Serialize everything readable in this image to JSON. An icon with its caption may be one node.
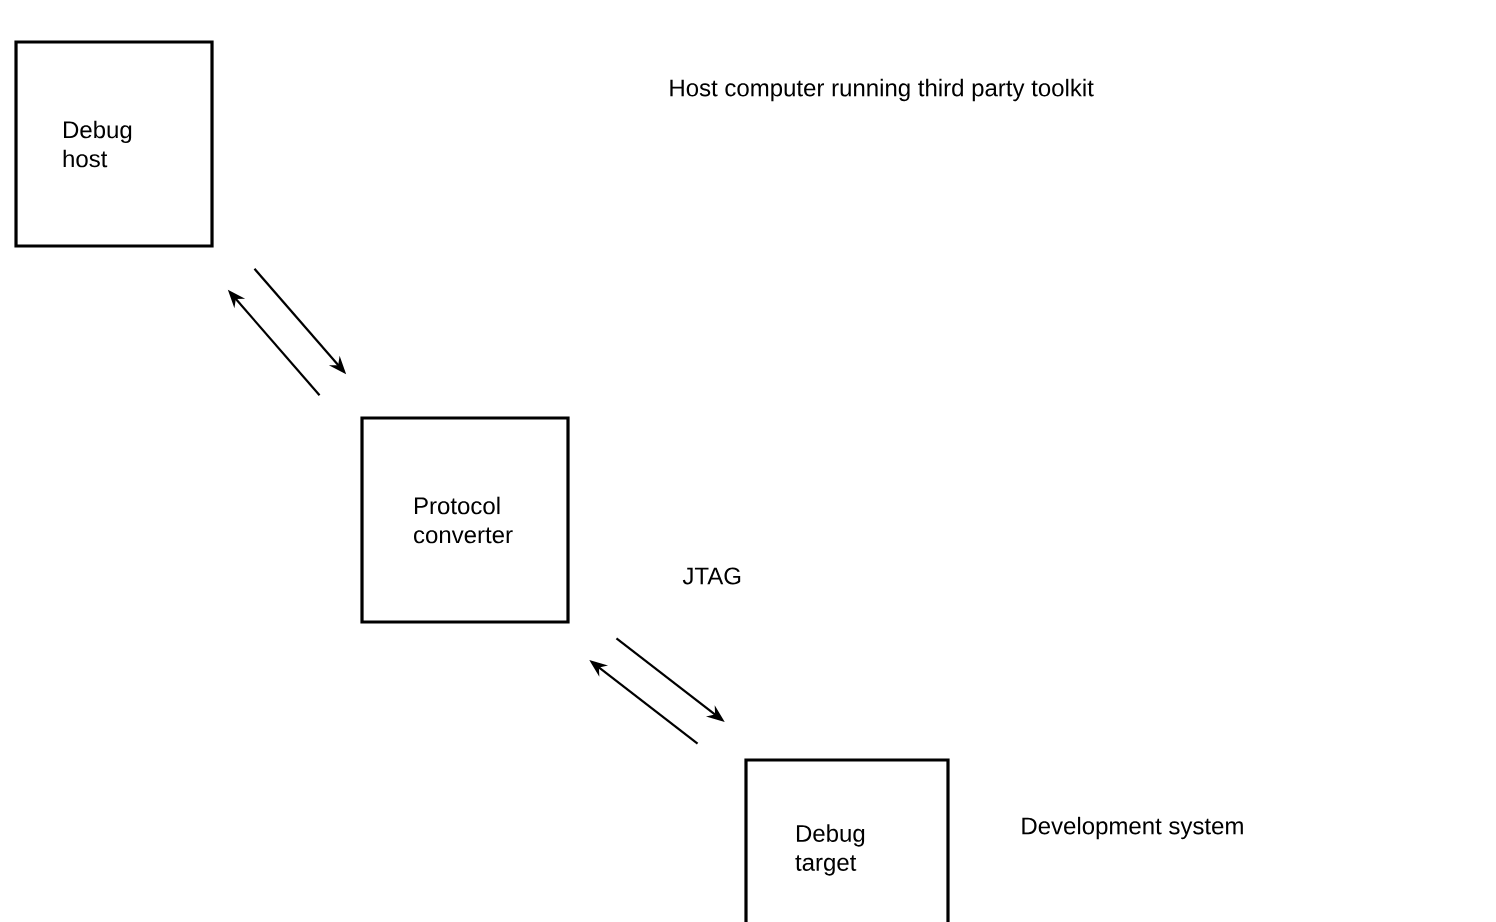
{
  "diagram": {
    "nodes": [
      {
        "text": [
          "Debug host"
        ]
      },
      {
        "text": [
          "Protocol converter"
        ]
      },
      {
        "text": [
          "Debug target"
        ],
        "beside": [
          "Development system"
        ]
      }
    ],
    "edges": [
      {
        "from": 0,
        "to": 1,
        "arrow": "to"
      },
      {
        "from": 1,
        "to": 0,
        "arrow": "to"
      },
      {
        "from": 1,
        "to": 2,
        "arrow": "to",
        "label": "JTAG"
      },
      {
        "from": 2,
        "to": 1,
        "arrow": "to"
      }
    ],
    "labels": [
      "Host computer running third party toolkit"
    ]
  }
}
